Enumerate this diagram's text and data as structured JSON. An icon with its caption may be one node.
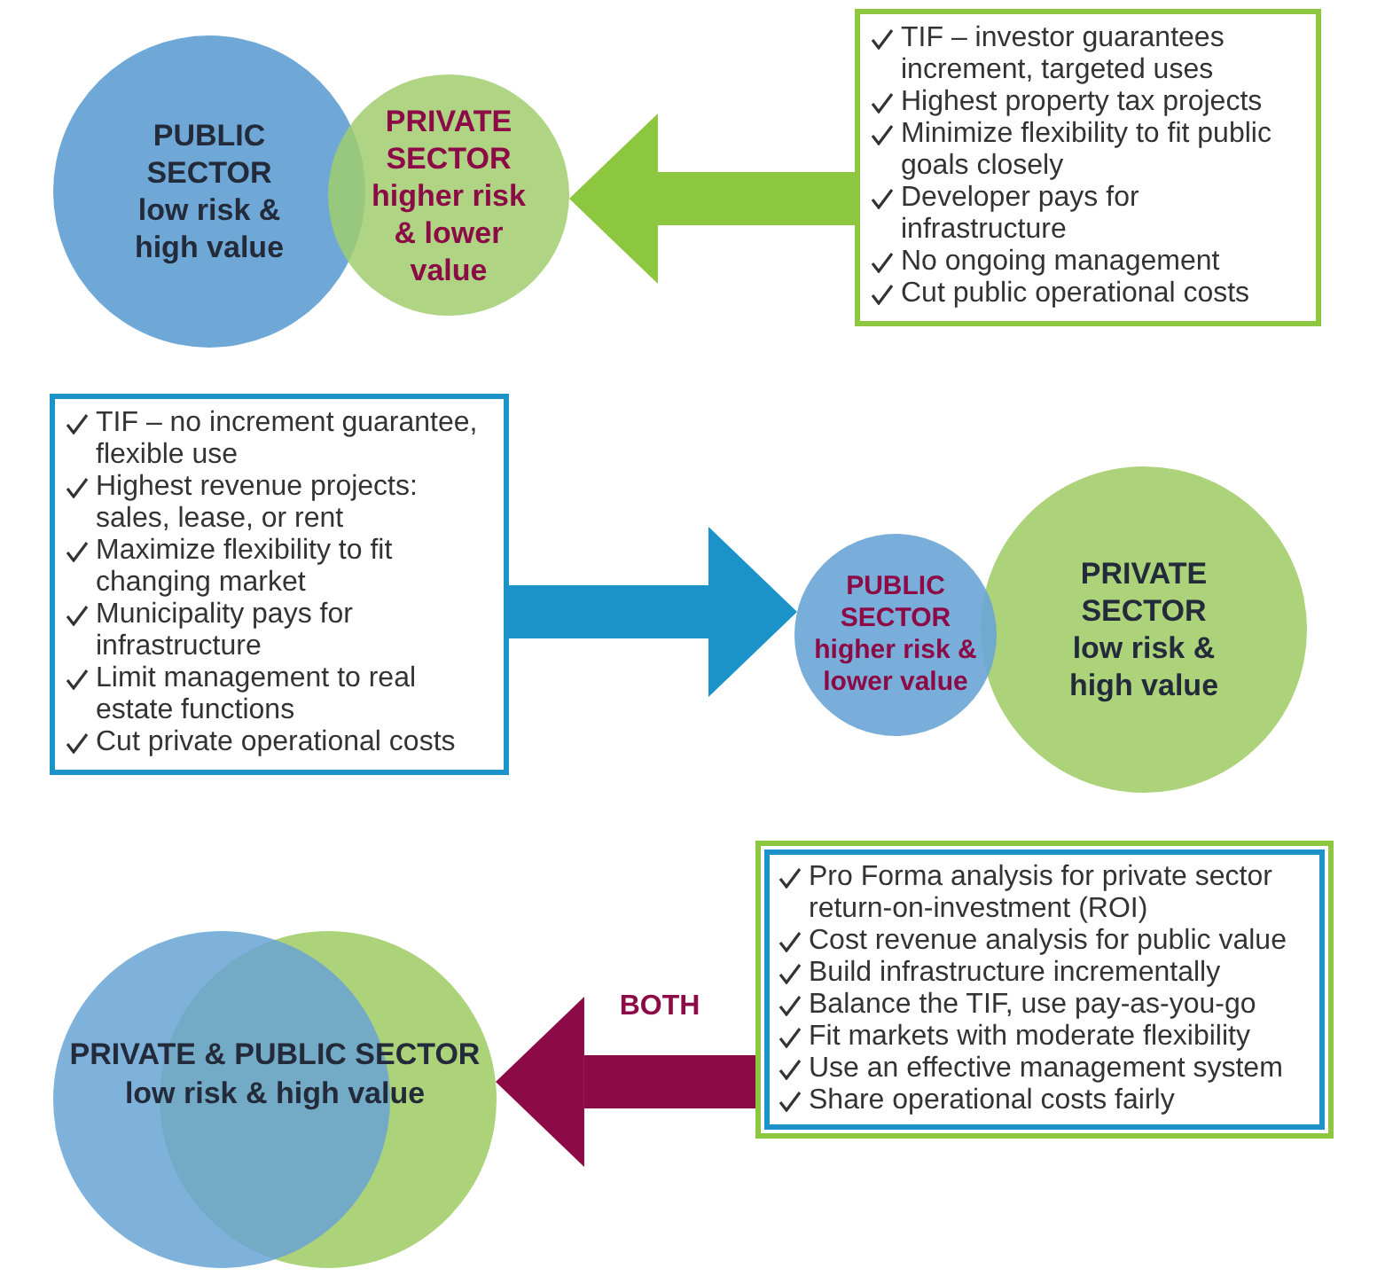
{
  "diagram": {
    "nodes": [
      {
        "text": [
          "PUBLIC SECTOR",
          "low risk & high value"
        ]
      },
      {
        "text": [
          "PRIVATE SECTOR",
          "higher risk & lower value"
        ]
      },
      {
        "text": [
          "TIF – investor guarantees increment, targeted uses",
          "Highest property tax projects",
          "Minimize flexibility to fit public goals closely",
          "Developer pays for infrastructure",
          "No ongoing management",
          "Cut public operational costs"
        ]
      },
      {
        "text": [
          "TIF – no increment guarantee, flexible use",
          "Highest revenue projects: sales, lease, or rent",
          "Maximize flexibility to fit changing market",
          "Municipality pays for infrastructure",
          "Limit management to real estate functions",
          "Cut private operational costs"
        ]
      },
      {
        "text": [
          "PUBLIC SECTOR",
          "higher risk & lower value"
        ]
      },
      {
        "text": [
          "PRIVATE SECTOR",
          "low risk & high value"
        ]
      },
      {
        "text": [],
        "shape": "circle"
      },
      {
        "text": [],
        "shape": "circle"
      },
      {
        "text": [
          "Pro Forma analysis for private sector return-on-investment (ROI)",
          "Cost revenue analysis for public value",
          "Build infrastructure incrementally",
          "Balance the TIF, use pay-as-you-go",
          "Fit markets with moderate flexibility",
          "Use an effective management system",
          "Share operational costs fairly"
        ]
      }
    ],
    "edges": [
      {
        "from": 2,
        "to": 1,
        "arrow": "to",
        "color": "#8dc63f"
      },
      {
        "from": 3,
        "to": 4,
        "arrow": "to",
        "color": "#1b93c9"
      },
      {
        "from": 8,
        "to": 7,
        "arrow": "to",
        "label": "BOTH",
        "color": "#8c0a45"
      }
    ],
    "labels": [
      "PRIVATE & PUBLIC SECTOR",
      "low risk & high value"
    ]
  }
}
